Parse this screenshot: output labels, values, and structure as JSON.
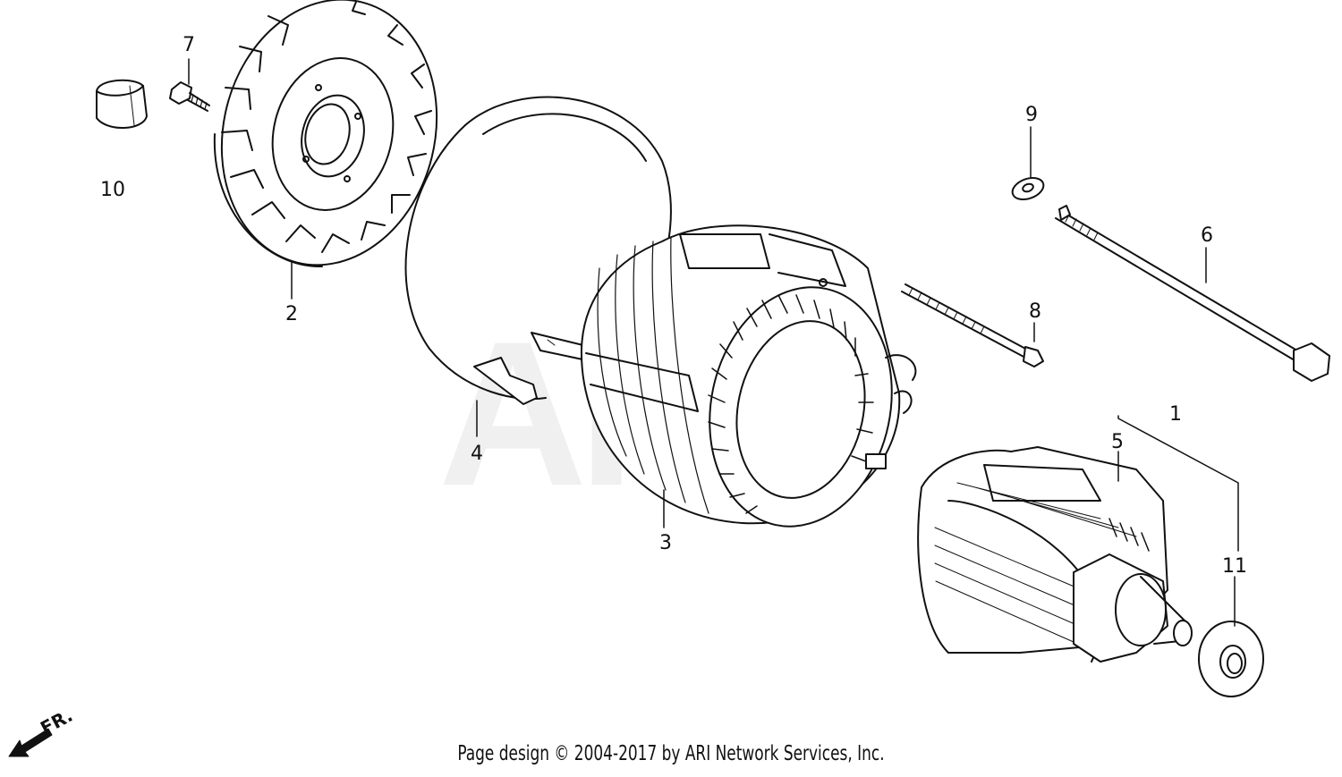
{
  "watermark": "ARI",
  "footer": {
    "copyright": "Page design © 2004-2017 by ARI Network Services, Inc."
  },
  "direction_marker": {
    "label": "FR."
  },
  "callouts": {
    "part_1": "1",
    "part_2": "2",
    "part_3": "3",
    "part_4": "4",
    "part_5": "5",
    "part_6": "6",
    "part_7": "7",
    "part_8": "8",
    "part_9": "9",
    "part_10": "10",
    "part_11": "11"
  }
}
